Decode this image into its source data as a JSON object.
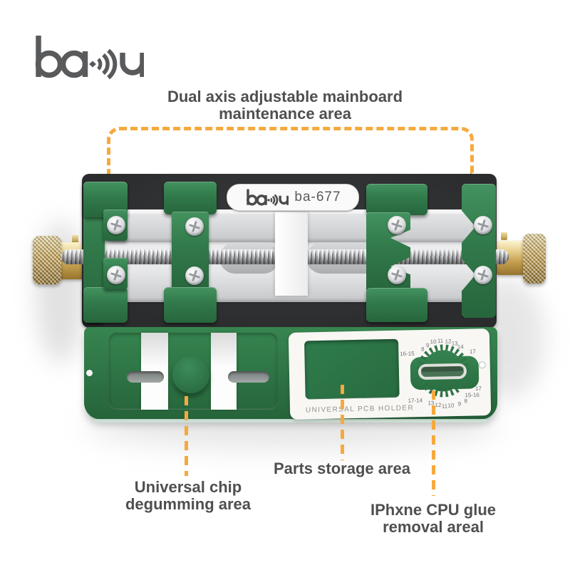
{
  "brand": {
    "logo_text_left": "ba",
    "logo_text_right": "u",
    "model": "ba-677"
  },
  "annotations": {
    "main_area_line1": "Dual axis adjustable mainboard",
    "main_area_line2": "maintenance area",
    "parts_storage": "Parts storage area",
    "chip_degumming_line1": "Universal chip",
    "chip_degumming_line2": "degumming area",
    "cpu_glue_line1": "IPhxne CPU glue",
    "cpu_glue_line2": "removal areal"
  },
  "device": {
    "label_model": "ba-677",
    "panel_caption": "UNIVERSAL PCB HOLDER",
    "dial_top_labels": [
      "16-15",
      "8",
      "9",
      "10",
      "11",
      "12",
      "13",
      "14",
      "17"
    ],
    "dial_bottom_labels": [
      "17-14",
      "13",
      "12",
      "11",
      "10",
      "9",
      "8",
      "15-16",
      "17"
    ]
  },
  "colors": {
    "accent_orange": "#F6A93D",
    "device_green": "#2E7A4A",
    "black_plate": "#313234",
    "brass": "#D8BC74",
    "text_gray": "#4E4F51"
  }
}
